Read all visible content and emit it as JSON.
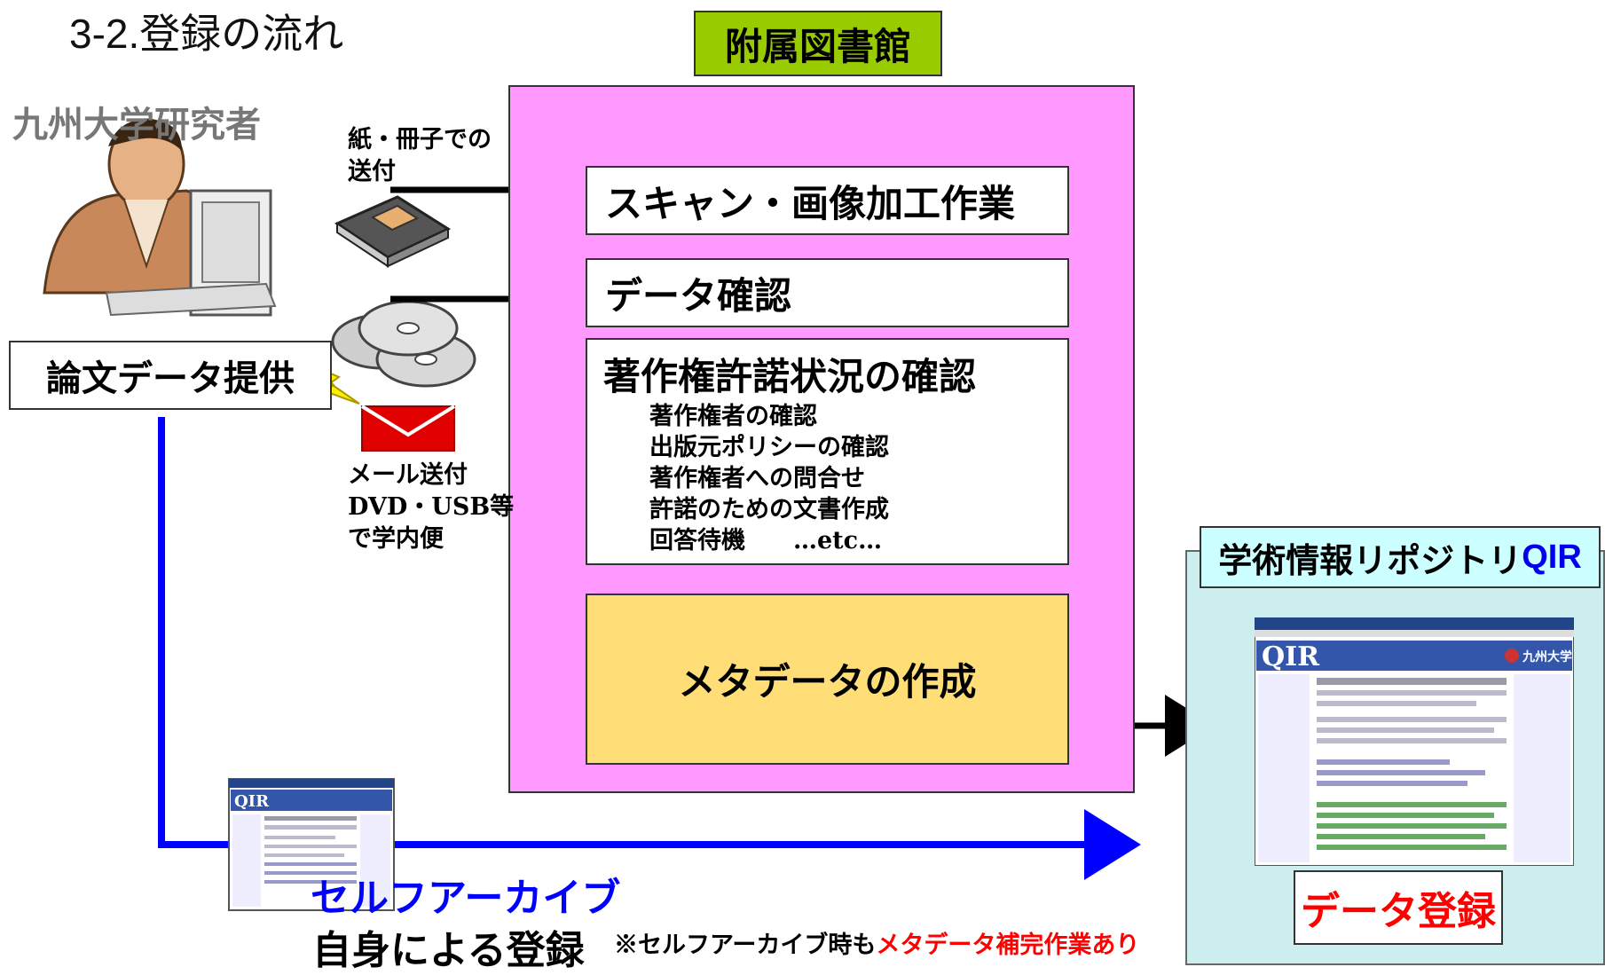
{
  "title": "3-2.登録の流れ",
  "library": {
    "label": "附属図書館",
    "steps": {
      "scan": "スキャン・画像加工作業",
      "confirm": "データ確認",
      "copyright": "著作権許諾状況の確認",
      "copyright_items": [
        "著作権者の確認",
        "出版元ポリシーの確認",
        "著作権者への問合せ",
        "許諾のための文書作成",
        "回答待機　　…etc…"
      ],
      "metadata": "メタデータの作成"
    }
  },
  "researcher": {
    "label": "九州大学研究者",
    "provide": "論文データ提供"
  },
  "submission": {
    "paper_lines": [
      "紙・冊子での",
      "送付"
    ],
    "mail_lines": [
      "メール送付",
      "DVD・USB等",
      "で学内便"
    ]
  },
  "qir": {
    "title_prefix": "学術情報リポジトリ",
    "title_accent": "QIR",
    "registration": "データ登録",
    "screenshot_logo": "QIR",
    "screenshot_university": "九州大学"
  },
  "self_archive": {
    "label": "セルフアーカイブ",
    "sublabel": "自身による登録",
    "note_prefix": "※セルフアーカイブ時も",
    "note_highlight": "メタデータ補完作業あり"
  },
  "colors": {
    "library_label_bg": "#99cc00",
    "library_panel": "#ff99ff",
    "metadata_box": "#ffdd77",
    "qir_panel": "#cceeee",
    "qir_title_bg": "#ccffff",
    "flow_line": "#0000ff",
    "highlight": "#ff0000"
  },
  "icons": [
    "researcher-clipart",
    "book-icon",
    "cd-discs-icon",
    "mail-envelope-icon",
    "lightning-icon",
    "qir-screenshot-thumbnail"
  ]
}
